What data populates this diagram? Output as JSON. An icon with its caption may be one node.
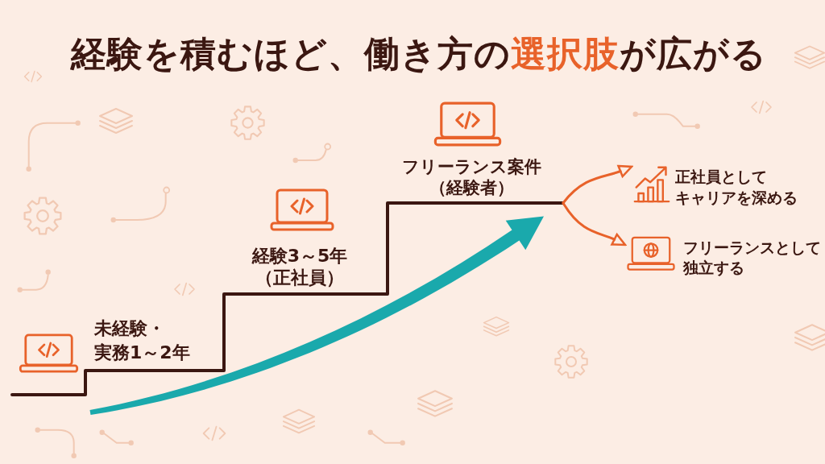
{
  "diagram": {
    "title": "経験を積むほど、働き方の**選択肢**が広がる",
    "nodes": [
      {
        "text": [
          "未経験・実務1～2年"
        ]
      },
      {
        "text": [
          "経験3～5年（正社員）"
        ]
      },
      {
        "text": [
          "フリーランス案件（経験者）"
        ]
      },
      {
        "text": [
          "正社員としてキャリアを深める"
        ]
      },
      {
        "text": [
          "フリーランスとして独立する"
        ]
      }
    ],
    "edges": [
      {
        "from": 2,
        "to": 3,
        "arrow": "to"
      },
      {
        "from": 2,
        "to": 4,
        "arrow": "to"
      }
    ]
  }
}
